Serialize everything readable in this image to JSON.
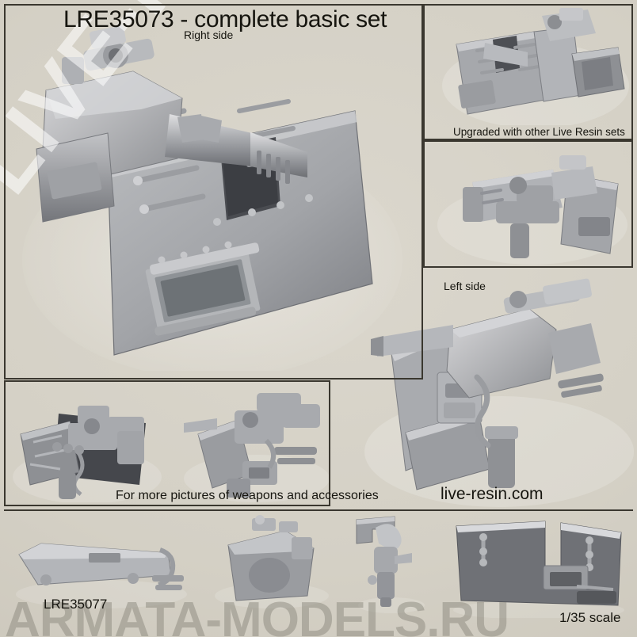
{
  "product": {
    "title": "LRE35073 - complete basic set",
    "kit_code_bottom": "LRE35077",
    "scale": "1/35 scale"
  },
  "labels": {
    "right_side": "Right side",
    "left_side": "Left side",
    "upgraded": "Upgraded with other Live Resin sets",
    "more_pictures": "For more pictures of weapons and accessories",
    "website": "live-resin.com"
  },
  "watermarks": {
    "diagonal": "LIVE-RESIN.COM",
    "bottom": "ARMATA-MODELS.RU"
  },
  "colors": {
    "background": "#d4d0c5",
    "frame": "#3a372f",
    "text": "#16150f",
    "resin_light": "#c8c8c8",
    "resin_mid": "#9a9a9d",
    "resin_dark": "#5e6064",
    "resin_shadow": "#3d3f44"
  },
  "panels": [
    {
      "name": "main-right-side-view",
      "caption": "Right side"
    },
    {
      "name": "upgraded-view-top",
      "caption": "Upgraded with other Live Resin sets"
    },
    {
      "name": "upgraded-view-bottom",
      "caption": ""
    },
    {
      "name": "left-side-view",
      "caption": "Left side"
    },
    {
      "name": "inset-views",
      "caption": ""
    },
    {
      "name": "parts-strip",
      "caption": "1/35 scale"
    }
  ]
}
